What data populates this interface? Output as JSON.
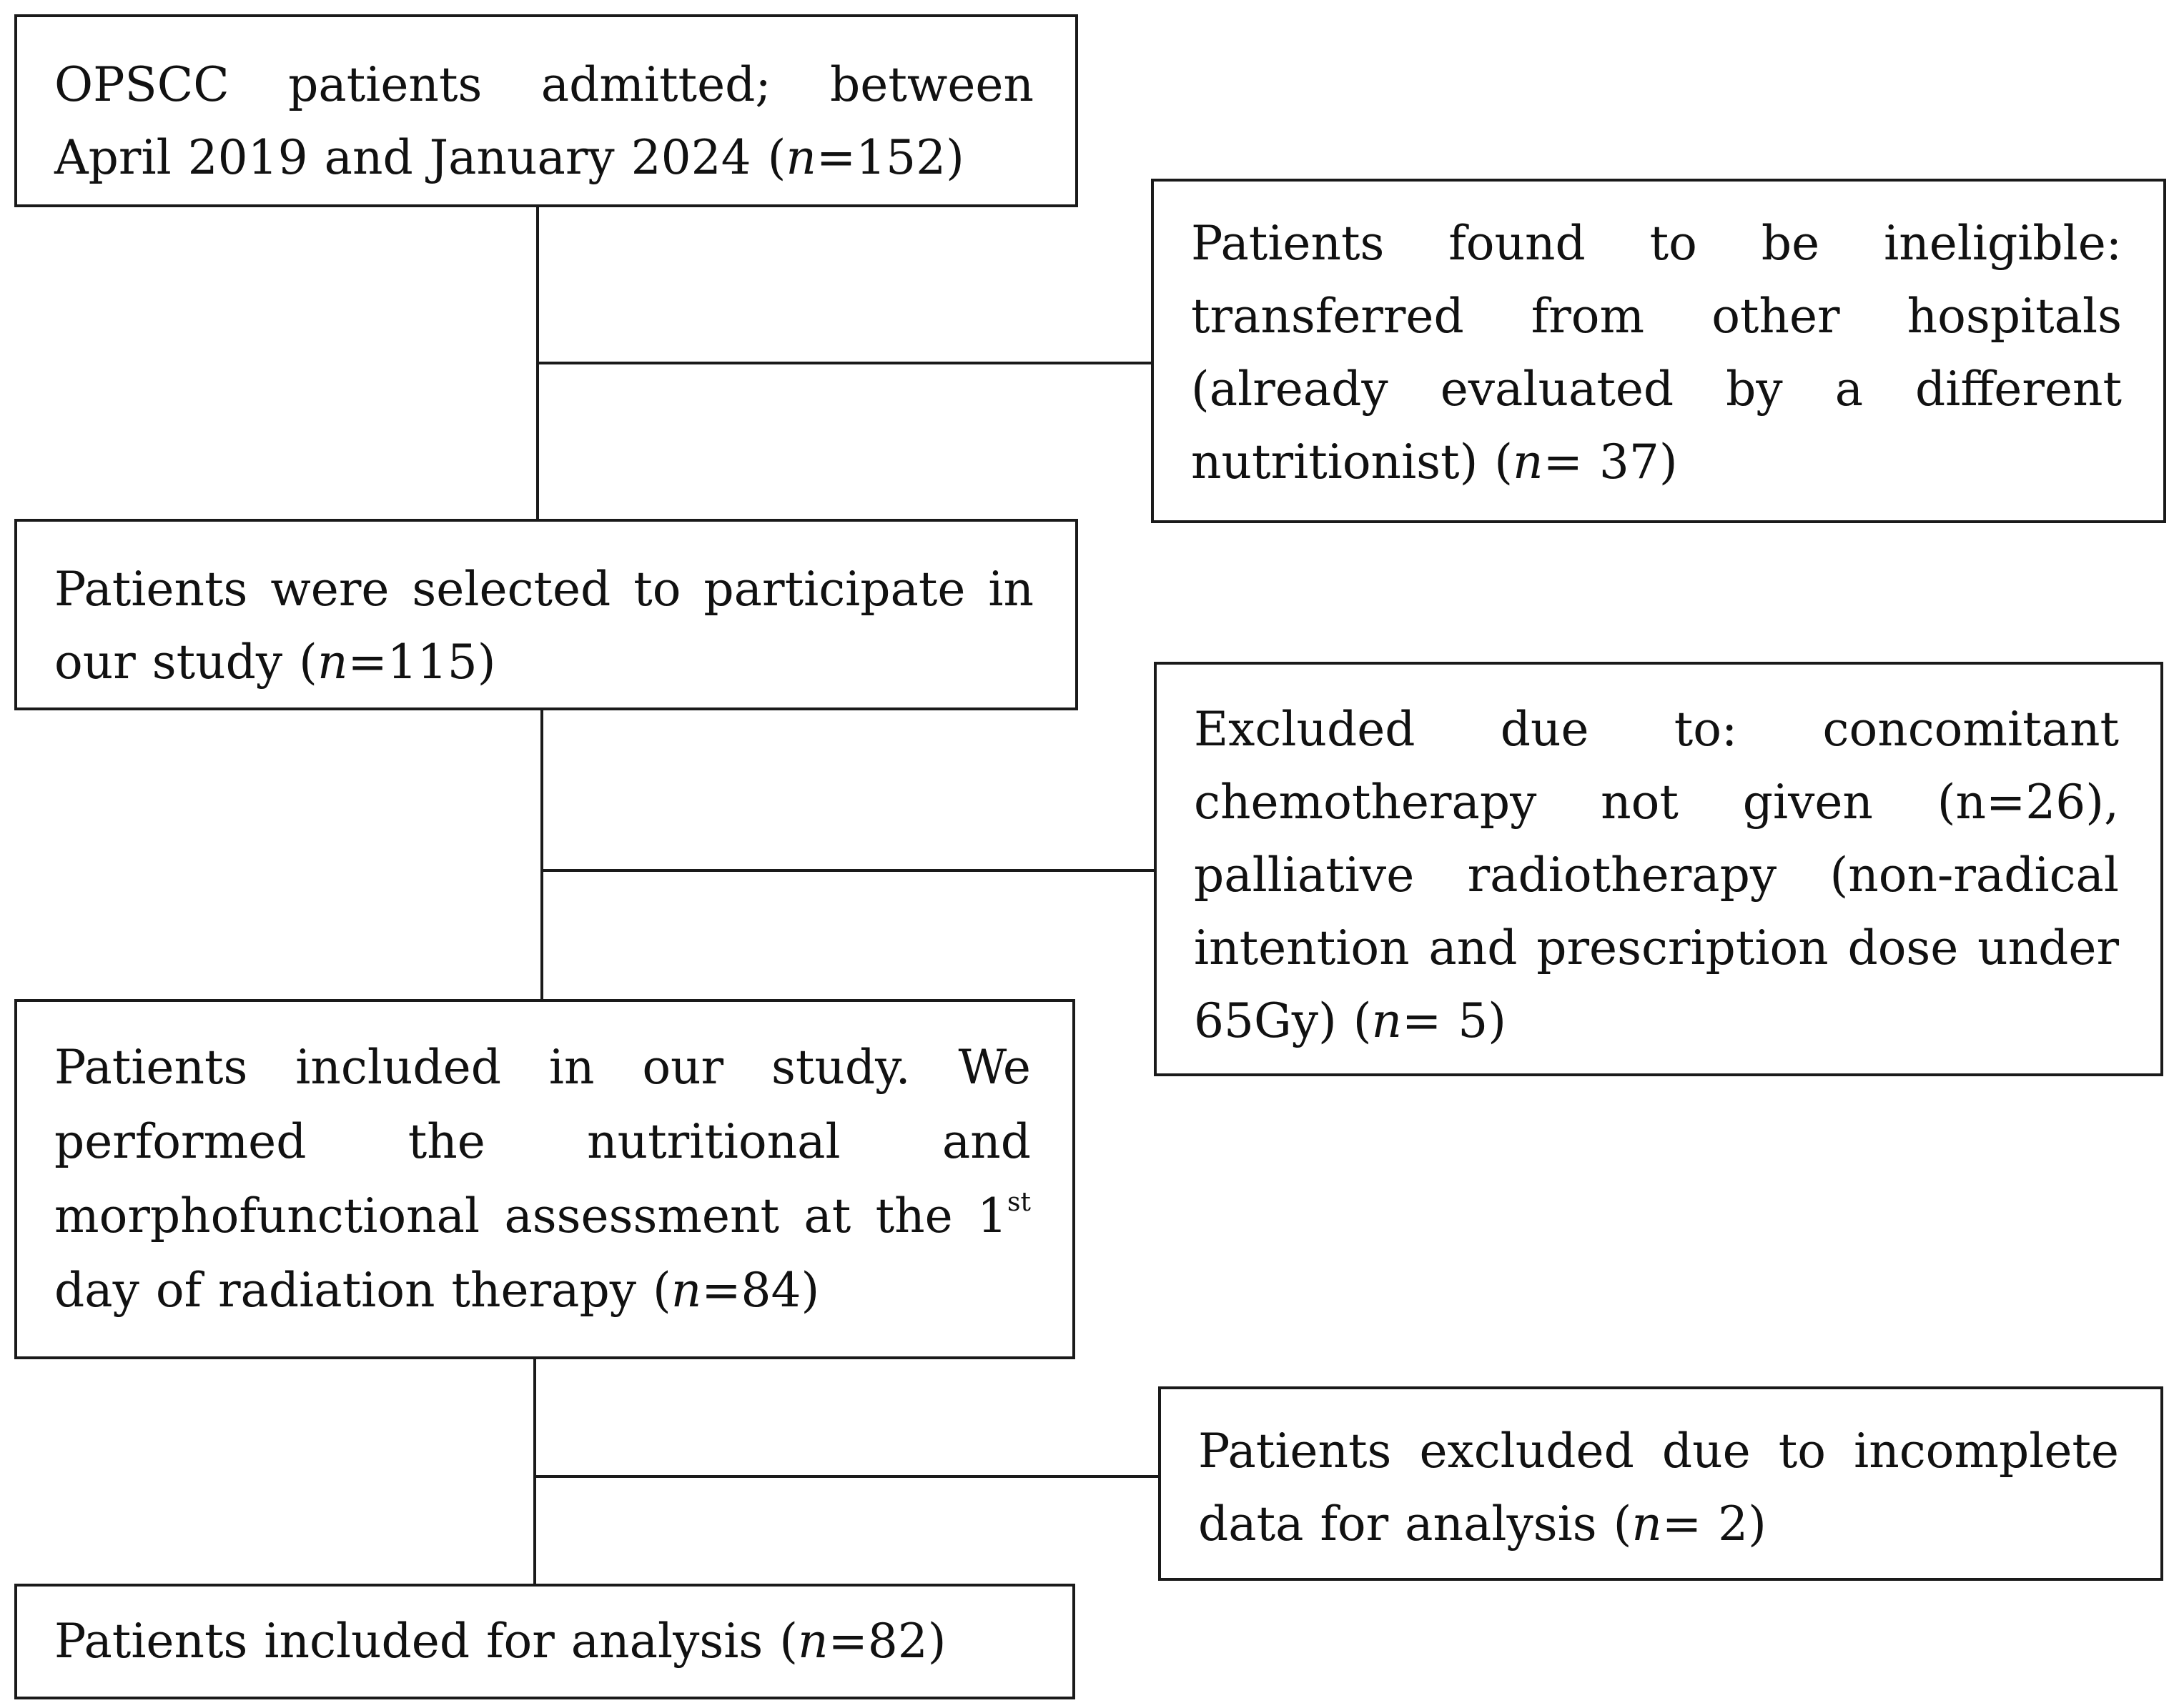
{
  "flowchart": {
    "main": [
      {
        "id": "admitted",
        "lines": [
          {
            "before": "OPSCC patients admitted; between",
            "italic": "",
            "after": ""
          },
          {
            "before": "April 2019 and January 2024 (",
            "italic": "n",
            "after": "=152)"
          }
        ]
      },
      {
        "id": "selected",
        "lines": [
          {
            "before": "Patients were selected to participate in",
            "italic": "",
            "after": ""
          },
          {
            "before": "our study (",
            "italic": "n",
            "after": "=115)"
          }
        ]
      },
      {
        "id": "included",
        "lines": [
          {
            "before": "Patients included in our study. We",
            "italic": "",
            "after": ""
          },
          {
            "before": "performed the nutritional and",
            "italic": "",
            "after": ""
          },
          {
            "before": "morphofunctional assessment at the 1",
            "italic": "",
            "after": "",
            "sup": "st"
          },
          {
            "before": "day of radiation therapy (",
            "italic": "n",
            "after": "=84)"
          }
        ]
      },
      {
        "id": "analysis",
        "lines": [
          {
            "before": "Patients included for analysis (",
            "italic": "n",
            "after": "=82)"
          }
        ]
      }
    ],
    "side": [
      {
        "id": "ineligible",
        "lines": [
          {
            "before": "Patients found to be ineligible:",
            "italic": "",
            "after": ""
          },
          {
            "before": "transferred from other hospitals",
            "italic": "",
            "after": ""
          },
          {
            "before": "(already evaluated by a different",
            "italic": "",
            "after": ""
          },
          {
            "before": "nutritionist) (",
            "italic": "n",
            "after": "= 37)"
          }
        ]
      },
      {
        "id": "excluded-chemo",
        "lines": [
          {
            "before": "Excluded due to: concomitant",
            "italic": "",
            "after": ""
          },
          {
            "before": "chemotherapy not given (n=26),",
            "italic": "",
            "after": ""
          },
          {
            "before": "palliative radiotherapy (non-radical",
            "italic": "",
            "after": ""
          },
          {
            "before": "intention and prescription dose under",
            "italic": "",
            "after": ""
          },
          {
            "before": "65Gy) (",
            "italic": "n",
            "after": "= 5)"
          }
        ]
      },
      {
        "id": "excluded-incomplete",
        "lines": [
          {
            "before": "Patients excluded due to incomplete",
            "italic": "",
            "after": ""
          },
          {
            "before": "data for analysis (",
            "italic": "n",
            "after": "= 2)"
          }
        ]
      }
    ]
  }
}
